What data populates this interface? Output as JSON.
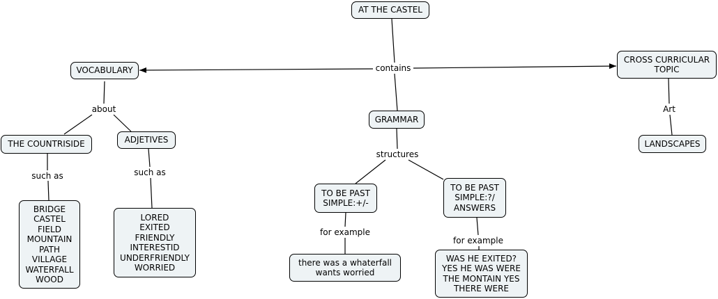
{
  "nodes": {
    "root": "AT THE CASTEL",
    "vocabulary": "VOCABULARY",
    "cross": "CROSS CURRICULAR\nTOPIC",
    "grammar": "GRAMMAR",
    "countryside": "THE COUNTRISIDE",
    "adjetives": "ADJETIVES",
    "landscapes": "LANDSCAPES",
    "past_pos_neg": "TO BE PAST\nSIMPLE:+/-",
    "past_question": "TO BE PAST\nSIMPLE:?/\nANSWERS",
    "countryside_words": "BRIDGE\nCASTEL\nFIELD\nMOUNTAIN\nPATH\nVILLAGE\nWATERFALL\nWOOD",
    "adjetives_words": "LORED\nEXITED\nFRIENDLY\nINTERESTID\nUNDERFRIENDLY\nWORRIED",
    "example_pos_neg": "there was a whaterfall\nwants worried",
    "example_question": "WAS HE EXITED?\nYES HE WAS WERE\nTHE MONTAIN YES\nTHERE WERE"
  },
  "links": {
    "contains": "contains",
    "about": "about",
    "art": "Art",
    "structures": "structures",
    "such_as_1": "such as",
    "such_as_2": "such as",
    "for_example_1": "for example",
    "for_example_2": "for example"
  }
}
